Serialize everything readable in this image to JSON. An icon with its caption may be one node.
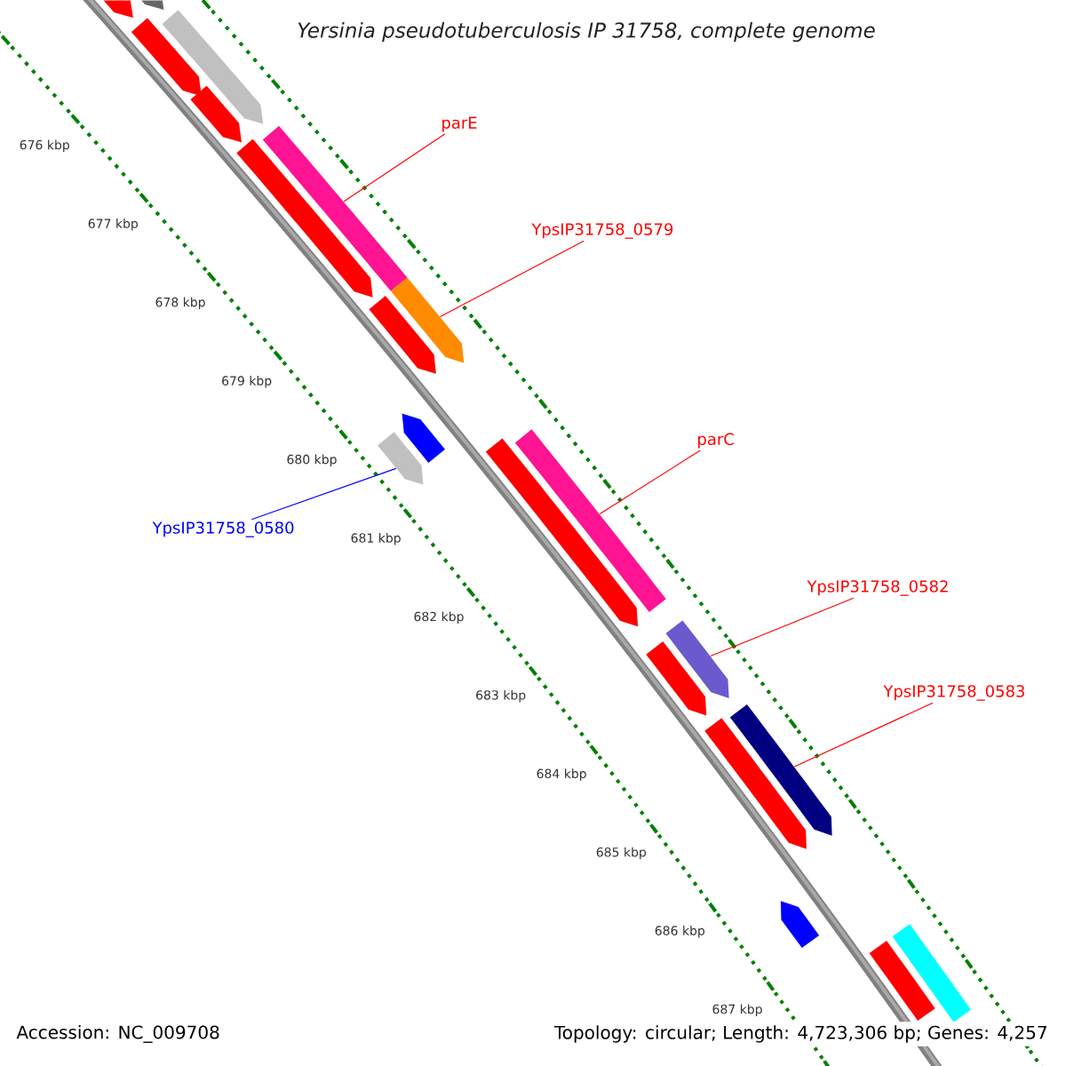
{
  "diagram": {
    "title": "Yersinia pseudotuberculosis IP 31758, complete genome",
    "nodes": [
      {
        "text": [
          "parE"
        ]
      },
      {
        "text": [],
        "shape": "bar"
      },
      {
        "text": [
          "YpsIP31758_0579"
        ]
      },
      {
        "text": [],
        "shape": "bar"
      },
      {
        "text": [
          "parC"
        ]
      },
      {
        "text": [],
        "shape": "bar"
      },
      {
        "text": [
          "YpsIP31758_0580"
        ]
      },
      {
        "text": [],
        "shape": "bar"
      },
      {
        "text": [
          "YpsIP31758_0582"
        ]
      },
      {
        "text": [],
        "shape": "bar"
      },
      {
        "text": [
          "YpsIP31758_0583"
        ]
      },
      {
        "text": [],
        "shape": "bar"
      },
      {
        "text": [],
        "shape": "bar"
      },
      {
        "text": [],
        "shape": "bar"
      },
      {
        "text": [],
        "shape": "bar"
      },
      {
        "text": [],
        "shape": "bar"
      },
      {
        "text": [],
        "shape": "bar"
      },
      {
        "text": [],
        "shape": "bar"
      },
      {
        "text": [],
        "shape": "bar"
      },
      {
        "text": [],
        "shape": "bar"
      },
      {
        "text": [],
        "shape": "bar"
      },
      {
        "text": [],
        "shape": "bar"
      },
      {
        "text": [],
        "shape": "bar"
      },
      {
        "text": [],
        "shape": "bar"
      },
      {
        "text": [],
        "shape": "bar"
      },
      {
        "text": [],
        "shape": "bar"
      }
    ],
    "edges": [
      {
        "from": 0,
        "to": 1,
        "arrow": "none"
      },
      {
        "from": 2,
        "to": 3,
        "arrow": "none"
      },
      {
        "from": 4,
        "to": 5,
        "arrow": "none"
      },
      {
        "from": 6,
        "to": 7,
        "arrow": "none",
        "color": "#0000ff"
      },
      {
        "from": 8,
        "to": 9,
        "arrow": "none"
      },
      {
        "from": 10,
        "to": 11,
        "arrow": "none"
      }
    ],
    "labels": [
      "676 kbp",
      "677 kbp",
      "678 kbp",
      "679 kbp",
      "680 kbp",
      "681 kbp",
      "682 kbp",
      "683 kbp",
      "684 kbp",
      "685 kbp",
      "686 kbp",
      "687 kbp",
      "Accession: NC_009708",
      "Topology: circular; Length: 4,723,306 bp; Genes: 4,257"
    ]
  }
}
